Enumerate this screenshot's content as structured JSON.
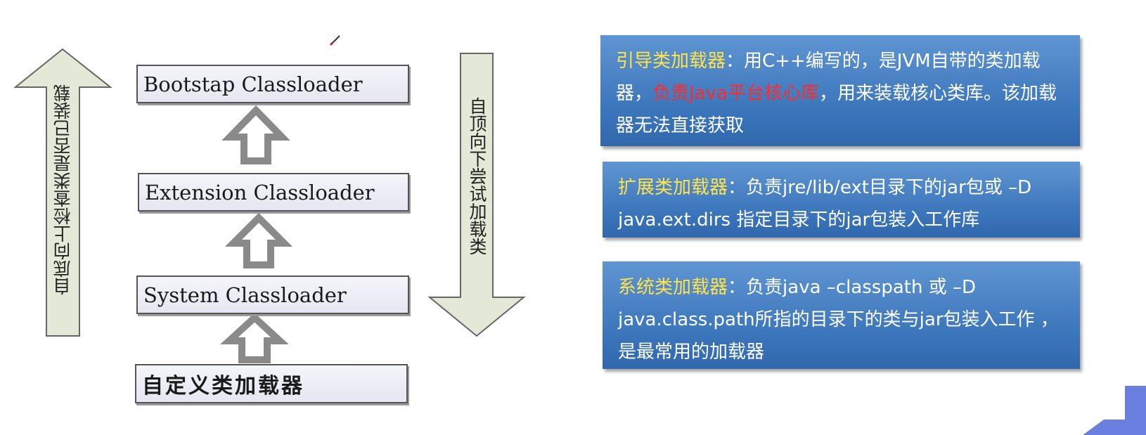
{
  "left_arrow": {
    "label": "自底向上检查类是否已装载",
    "color": "#e4e8d6"
  },
  "right_arrow": {
    "label": "自顶向下尝试加载类",
    "color": "#e4e8d6"
  },
  "loaders": [
    {
      "label": "Bootstap Classloader"
    },
    {
      "label": "Extension Classloader"
    },
    {
      "label": "System Classloader"
    },
    {
      "label": "自定义类加载器"
    }
  ],
  "panels": [
    {
      "title": "引导类加载器",
      "sep": "：",
      "text_a": "用C++编写的，是JVM自带的类加载器，",
      "highlight": "负责Java平台核心库",
      "text_b": "，用来装载核心类库。该加载器无法直接获取"
    },
    {
      "title": "扩展类加载器",
      "sep": "：",
      "text_a": "负责jre/lib/ext目录下的jar包或 –D java.ext.dirs 指定目录下的jar包装入工作库"
    },
    {
      "title": "系统类加载器",
      "sep": "：",
      "text_a": "负责java –classpath 或 –D java.class.path所指的目录下的类与jar包装入工作 ，是最常用的加载器"
    }
  ],
  "colors": {
    "panel_bg": "#3a74ba",
    "panel_title": "#ffe34a",
    "panel_highlight": "#ff2b2b",
    "corner_accent": "#6b7fe0"
  },
  "icons": {
    "pen": "pen-icon",
    "hollow_arrow": "hollow-up-arrow-icon"
  }
}
